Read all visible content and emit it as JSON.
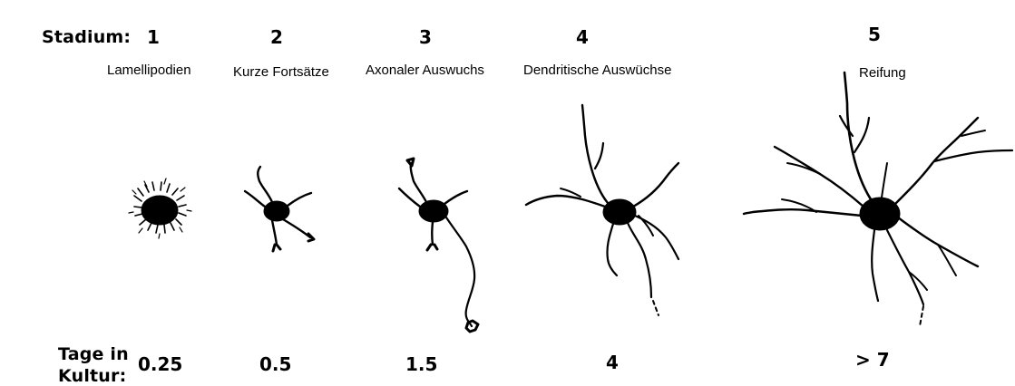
{
  "row_labels": {
    "stage": "Stadium:",
    "days_line1": "Tage in",
    "days_line2": "Kultur:"
  },
  "stages": [
    {
      "number": "1",
      "name": "Lamellipodien",
      "days": "0.25"
    },
    {
      "number": "2",
      "name": "Kurze Fortsätze",
      "days": "0.5"
    },
    {
      "number": "3",
      "name": "Axonaler Auswuchs",
      "days": "1.5"
    },
    {
      "number": "4",
      "name": "Dendritische Auswüchse",
      "days": "4"
    },
    {
      "number": "5",
      "name": "Reifung",
      "days": "> 7"
    }
  ]
}
